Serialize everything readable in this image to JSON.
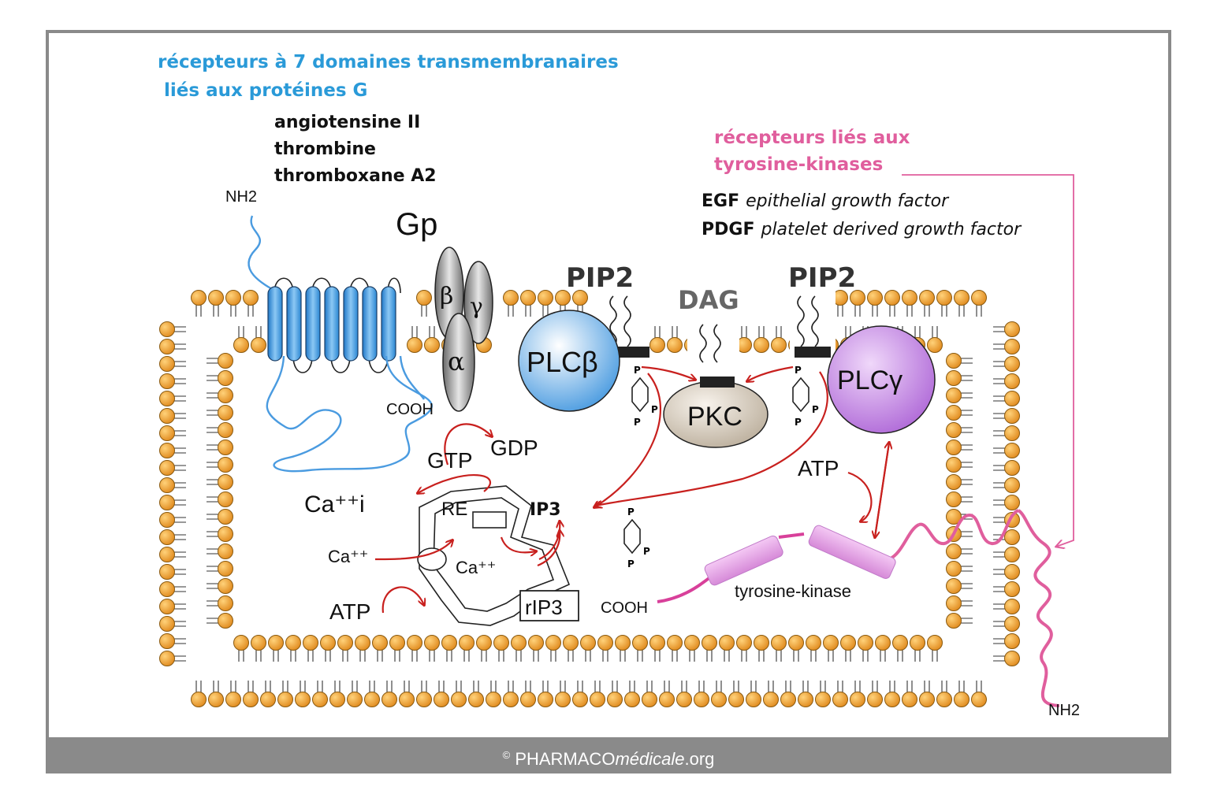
{
  "gpcr": {
    "title_line1": "récepteurs à 7 domaines transmembranaires",
    "title_line2": "liés aux protéines G",
    "ligands": [
      "angiotensine II",
      "thrombine",
      "thromboxane A2"
    ],
    "nh2": "NH2",
    "cooh": "COOH",
    "gp_label": "Gp",
    "beta": "β",
    "gamma": "γ",
    "alpha": "α"
  },
  "rtk": {
    "title_line1": "récepteurs liés aux",
    "title_line2": "tyrosine-kinases",
    "factors": [
      {
        "abbr": "EGF",
        "name": "epithelial growth factor"
      },
      {
        "abbr": "PDGF",
        "name": "platelet derived growth factor"
      }
    ],
    "nh2": "NH2",
    "cooh": "COOH",
    "kinase_label": "tyrosine-kinase",
    "atp": "ATP"
  },
  "membrane": {
    "pip2_left": "PIP2",
    "pip2_right": "PIP2",
    "dag": "DAG",
    "plc_beta": "PLCβ",
    "plc_gamma": "PLCγ",
    "pkc": "PKC",
    "phosphate": "P"
  },
  "cytosol": {
    "gtp": "GTP",
    "gdp": "GDP",
    "ca_i": "Ca⁺⁺i",
    "ip3": "IP3",
    "re": "RE",
    "ca_in": "Ca⁺⁺",
    "ca_store": "Ca⁺⁺",
    "rip3": "rIP3",
    "atp": "ATP"
  },
  "colors": {
    "gpcr": "#4a9be0",
    "rtk": "#e05e9d",
    "plc_beta": "#5aa8ea",
    "plc_gamma": "#b06ad8",
    "pkc": "#d8cec0",
    "lipid_head": "#f0a63a",
    "arrow": "#c8201e",
    "frame": "#8a8a8a"
  },
  "footer": {
    "copyright": "©",
    "brand_main": "PHARMACO",
    "brand_italic": "médicale",
    "brand_tld": ".org"
  }
}
